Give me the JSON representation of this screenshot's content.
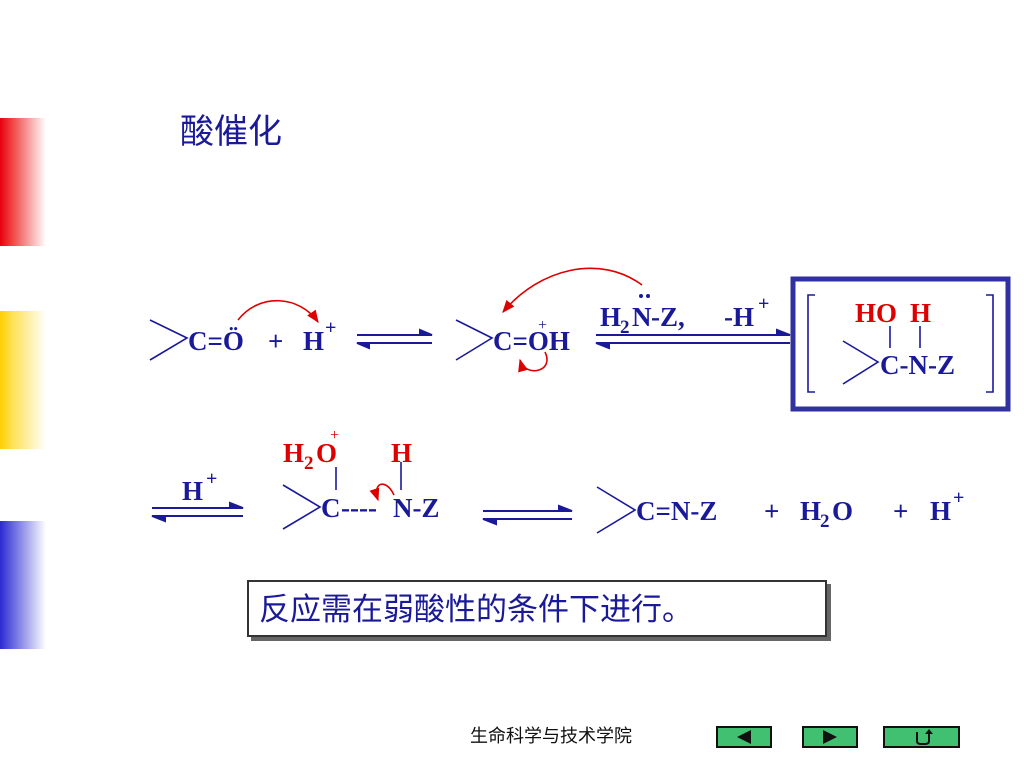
{
  "slide": {
    "title": "酸催化",
    "note": "反应需在弱酸性的条件下进行。",
    "footer": "生命科学与技术学院"
  },
  "scheme": {
    "r1_left_co": "C=Ö",
    "plus": "+",
    "h": "H",
    "sup_plus": "+",
    "r1_mid_co": "C=OH",
    "reagent_h": "H",
    "reagent_2": "2",
    "reagent_n": "N",
    "reagent_rest": "-Z,",
    "minus_h": "-H",
    "box_ho": "HO",
    "box_h": "H",
    "box_cnz": "C-N-Z",
    "r2_h": "H",
    "r2_o": "O",
    "r2_sub2": "2",
    "r2_h_top": "H",
    "r2_c": "C",
    "r2_dashes": "----",
    "r2_nz": "N-Z",
    "prod_cnz": "C=N-Z",
    "prod_h2o_h": "H",
    "prod_h2o_o": "O",
    "colors": {
      "blue": "#1a1a99",
      "red": "#dd0000"
    }
  },
  "nav": {
    "prev_icon": "triangle-left-icon",
    "next_icon": "triangle-right-icon",
    "return_icon": "return-arrow-icon"
  }
}
